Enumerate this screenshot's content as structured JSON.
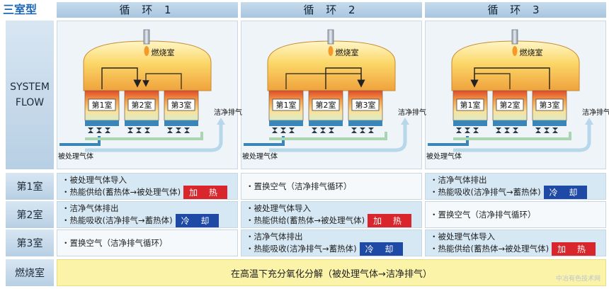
{
  "title": "三室型",
  "cycles": [
    {
      "label": "循 环 1"
    },
    {
      "label": "循 环 2"
    },
    {
      "label": "循 环 3"
    }
  ],
  "row_labels": {
    "system_flow": "SYSTEM\nFLOW",
    "room1": "第1室",
    "room2": "第2室",
    "room3": "第3室",
    "combustion": "燃烧室"
  },
  "diagram": {
    "combustion_label": "燃烧室",
    "chambers": [
      "第1室",
      "第2室",
      "第3室"
    ],
    "clean_exhaust": "洁净排气",
    "treated_gas": "被处理气体"
  },
  "table": [
    {
      "room1": {
        "lines": [
          "・被处理气体导入",
          "・热能供给(蓄热体→被处理气体)"
        ],
        "badge": "加 热",
        "badge_type": "heat"
      },
      "room2": {
        "lines": [
          "・洁净气体排出",
          "・热能吸收(洁净排气→蓄热体)"
        ],
        "badge": "冷 却",
        "badge_type": "cool"
      },
      "room3": {
        "lines": [
          "・置换空气（洁净排气循环）"
        ]
      }
    },
    {
      "room1": {
        "lines": [
          "・置换空气（洁净排气循环）"
        ]
      },
      "room2": {
        "lines": [
          "・被处理气体导入",
          "・热能供给(蓄热体→被处理气体)"
        ],
        "badge": "加 热",
        "badge_type": "heat"
      },
      "room3": {
        "lines": [
          "・洁净气体排出",
          "・热能吸收(洁净排气→蓄热体)"
        ],
        "badge": "冷 却",
        "badge_type": "cool"
      }
    },
    {
      "room1": {
        "lines": [
          "・洁净气体排出",
          "・热能吸收(洁净排气→蓄热体)"
        ],
        "badge": "冷 却",
        "badge_type": "cool"
      },
      "room2": {
        "lines": [
          "・置换空气（洁净排气循环）"
        ]
      },
      "room3": {
        "lines": [
          "・被处理气体导入",
          "・热能供给(蓄热体→被处理气体)"
        ],
        "badge": "加 热",
        "badge_type": "heat"
      }
    }
  ],
  "combustion_text": "在高温下充分氧化分解（被处理气体→洁净排气）",
  "watermark": "中冶有色技术网",
  "colors": {
    "heat": "#d9262c",
    "cool": "#1e4aa5",
    "title": "#1a67b8"
  }
}
